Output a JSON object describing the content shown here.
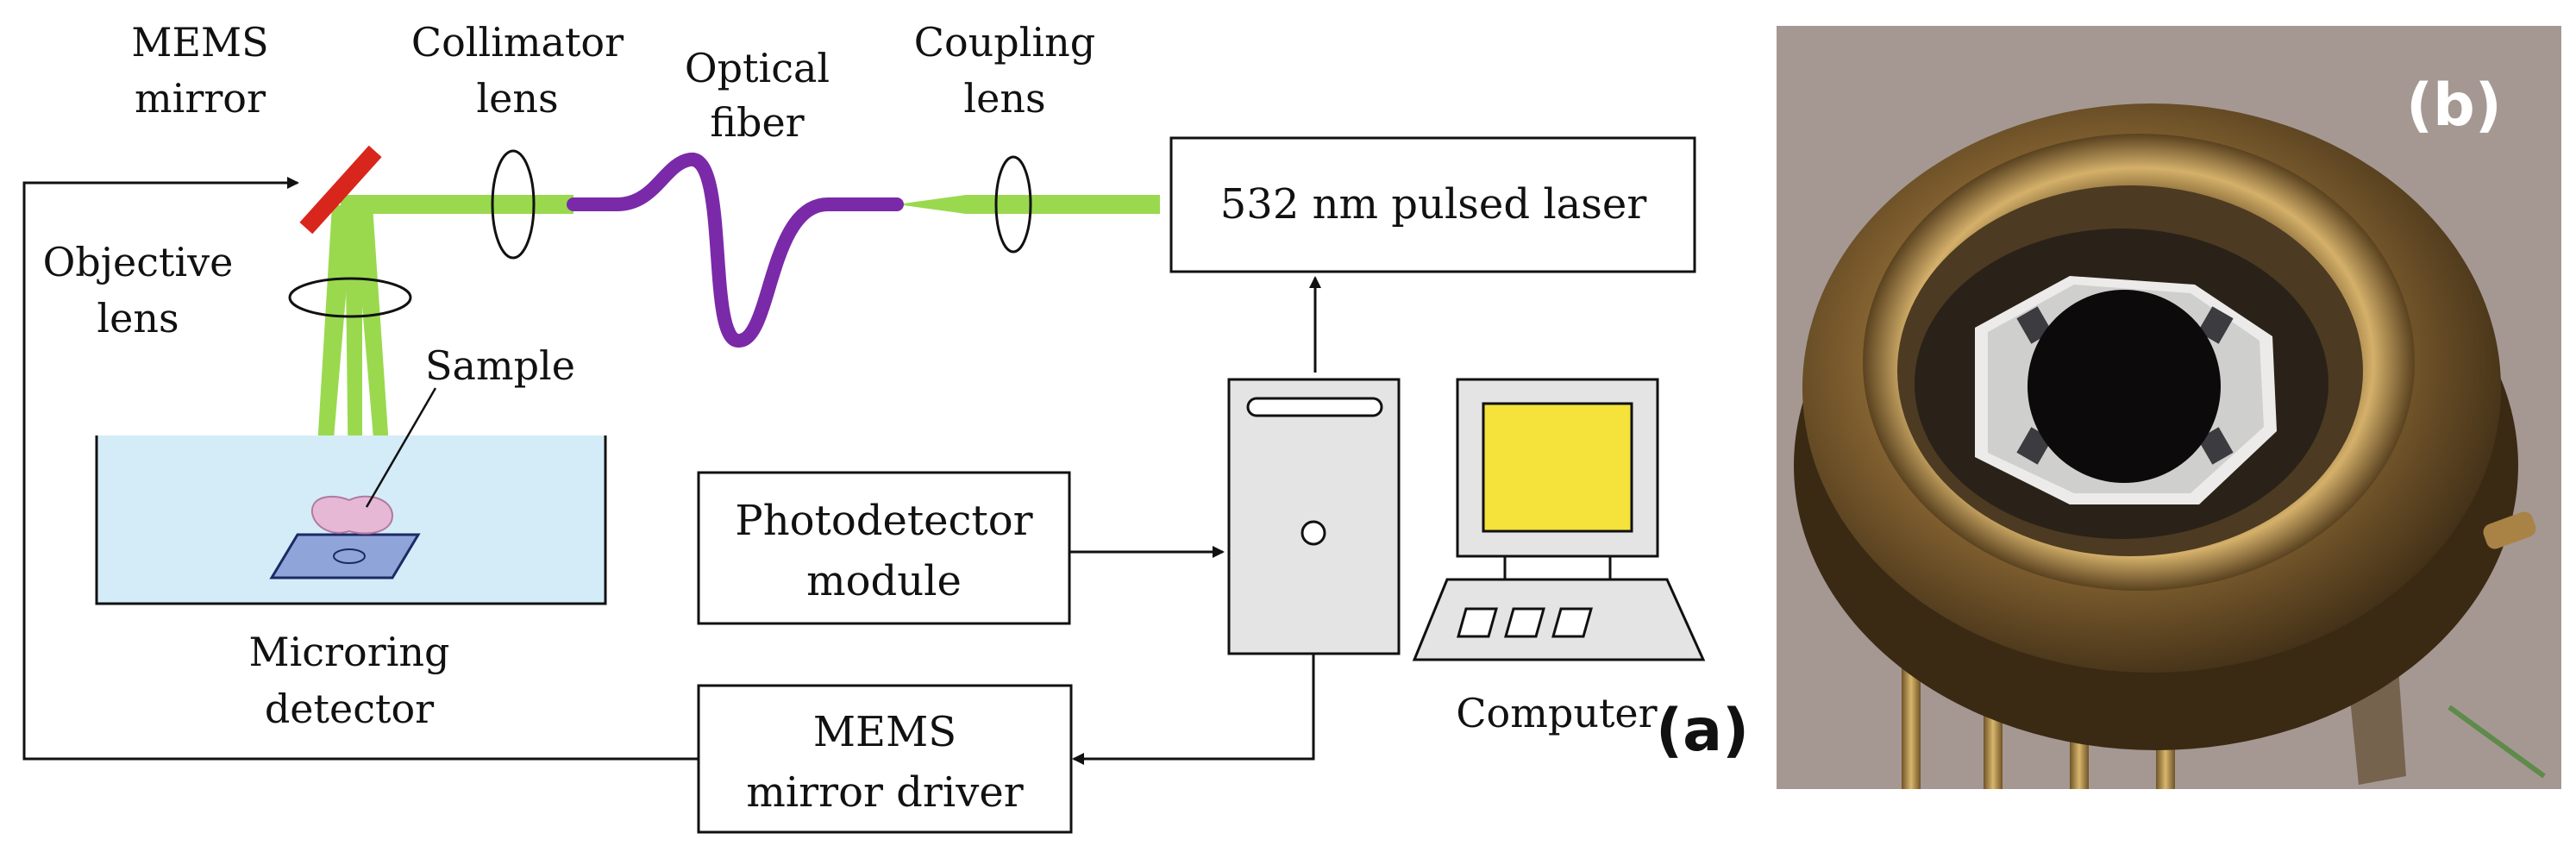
{
  "colors": {
    "laser_green": "#9ad94e",
    "fiber_purple": "#7a2aa8",
    "mirror_red": "#d9261c",
    "water_blue": "#d4ecf7",
    "screen_yellow": "#f5e23a",
    "case_gray": "#e4e4e4",
    "photo_bg": "#8b7b74"
  },
  "labels": {
    "mems_mirror_line1": "MEMS",
    "mems_mirror_line2": "mirror",
    "collimator_line1": "Collimator",
    "collimator_line2": "lens",
    "optical_fiber_line1": "Optical",
    "optical_fiber_line2": "fiber",
    "coupling_line1": "Coupling",
    "coupling_line2": "lens",
    "objective_line1": "Objective",
    "objective_line2": "lens",
    "sample": "Sample",
    "microring_line1": "Microring",
    "microring_line2": "detector",
    "computer": "Computer"
  },
  "boxes": {
    "laser": "532 nm pulsed laser",
    "photodetector_line1": "Photodetector",
    "photodetector_line2": "module",
    "driver_line1": "MEMS",
    "driver_line2": "mirror driver"
  },
  "panels": {
    "a": "(a)",
    "b": "(b)"
  },
  "icons": {
    "mirror": "mems-mirror-icon",
    "lens": "lens-icon",
    "fiber": "optical-fiber-icon",
    "computer": "computer-icon",
    "tower": "pc-tower-icon"
  }
}
